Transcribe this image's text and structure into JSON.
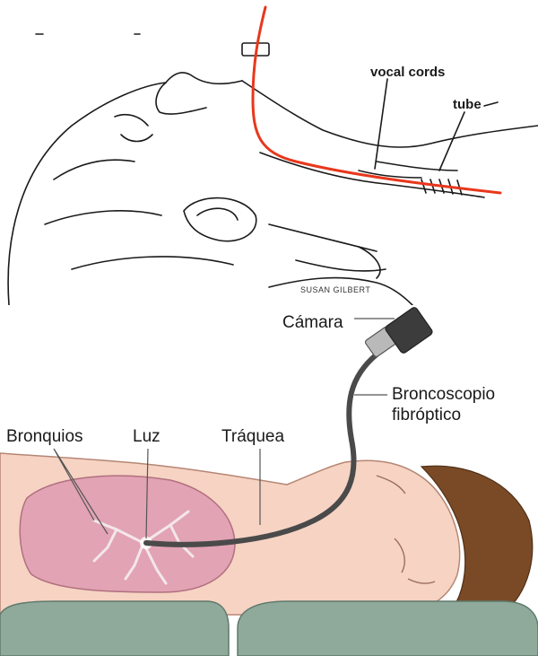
{
  "top_figure": {
    "labels": {
      "vocal_cords": "vocal cords",
      "tube": "tube"
    },
    "credit": "SUSAN GILBERT",
    "colors": {
      "line_art": "#1a1a1a",
      "tube_highlight": "#e8371c"
    }
  },
  "bottom_figure": {
    "labels": {
      "camera": "Cámara",
      "bronchoscope_line1": "Broncoscopio",
      "bronchoscope_line2": "fibróptico",
      "bronchi": "Bronquios",
      "light": "Luz",
      "trachea": "Tráquea"
    },
    "colors": {
      "skin": "#f6d3c3",
      "lungs": "#e2a3b4",
      "hair": "#7a4a26",
      "pillow": "#8fa99b",
      "scope": "#4a4a4a"
    }
  }
}
